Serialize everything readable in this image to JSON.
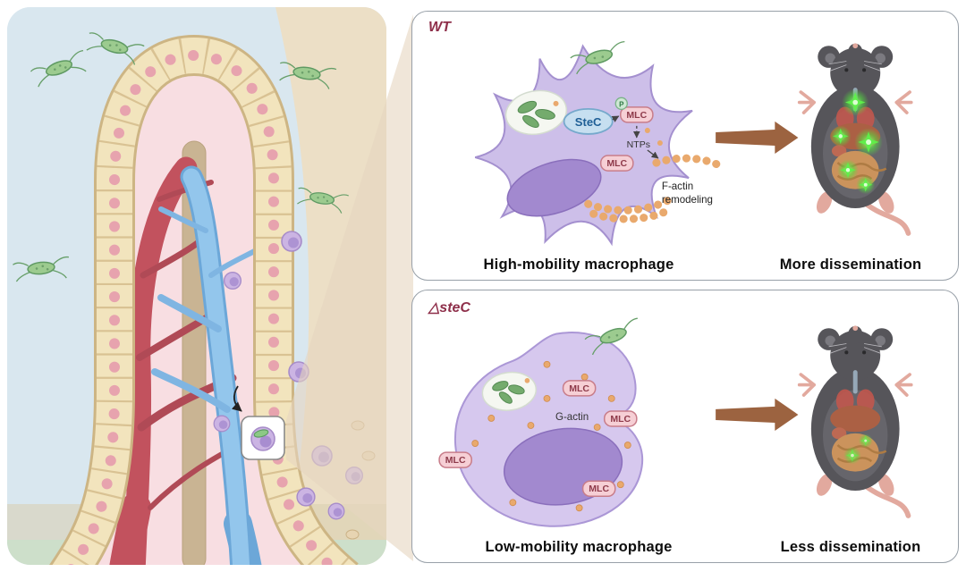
{
  "figure": {
    "wt": {
      "title": "WT",
      "stec_label": "SteC",
      "p_label": "P",
      "mlc_top": "MLC",
      "mlc_mid": "MLC",
      "ntps_label": "NTPs",
      "factin_line1": "F-actin",
      "factin_line2": "remodeling",
      "caption": "High-mobility macrophage",
      "result": "More dissemination"
    },
    "stec": {
      "title": "△steC",
      "mlc_1": "MLC",
      "mlc_2": "MLC",
      "mlc_3": "MLC",
      "mlc_4": "MLC",
      "gactin_label": "G-actin",
      "caption": "Low-mobility macrophage",
      "result": "Less dissemination"
    }
  },
  "colors": {
    "accent_maroon": "#8e2f4a",
    "arrow_brown": "#9c6340",
    "glow_green": "#52e23e",
    "macrophage_purple": "#cdbfe9",
    "bacteria_green": "#9ccb8f"
  }
}
